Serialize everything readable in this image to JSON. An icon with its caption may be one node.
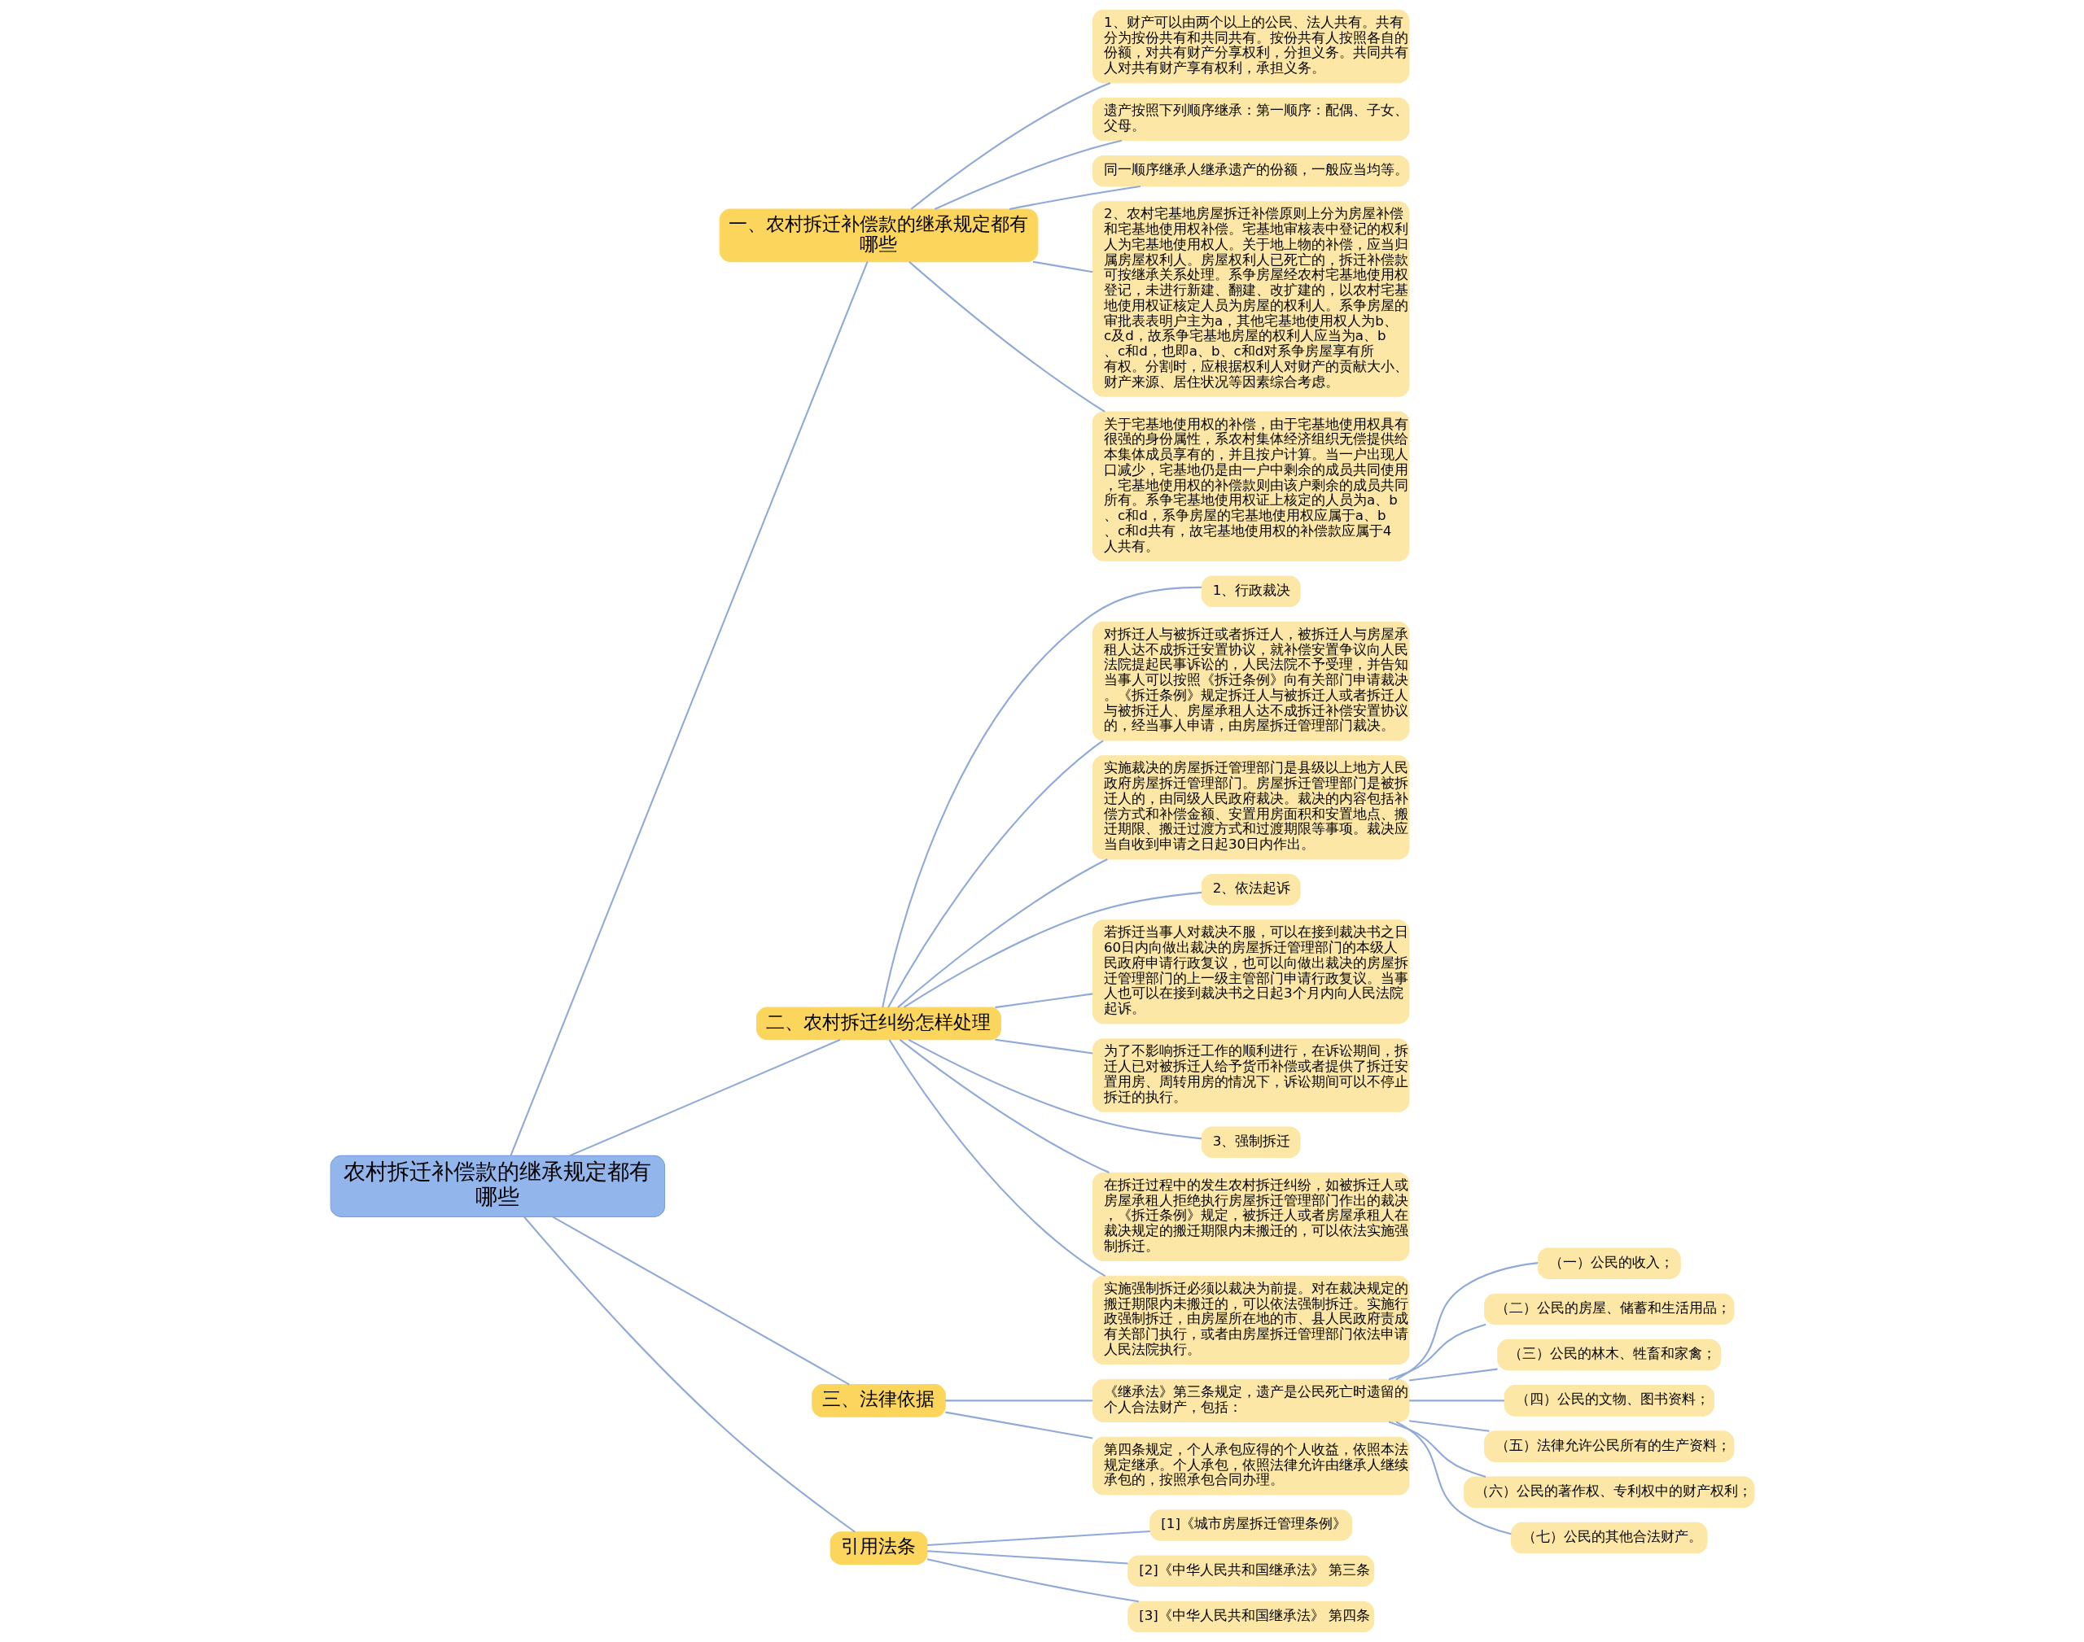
{
  "diagram": {
    "nodes": [
      {
        "text": [
          "农村拆迁补偿款的继承规定都有哪些"
        ]
      },
      {
        "text": [
          "一、农村拆迁补偿款的继承规定都有哪些"
        ]
      },
      {
        "text": [
          "1、财产可以由两个以上的公民、法人共有。共有分为按份共有和共同共有。按份共有人按照各自的份额，对共有财产分享权利，分担义务。共同共有人对共有财产享有权利，承担义务。"
        ]
      },
      {
        "text": [
          "遗产按照下列顺序继承：第一顺序：配偶、子女、父母。"
        ]
      },
      {
        "text": [
          "同一顺序继承人继承遗产的份额，一般应当均等。"
        ]
      },
      {
        "text": [
          "2、农村宅基地房屋拆迁补偿原则上分为房屋补偿和宅基地使用权补偿。宅基地审核表中登记的权利人为宅基地使用权人。关于地上物的补偿，应当归属房屋权利人。房屋权利人已死亡的，拆迁补偿款可按继承关系处理。系争房屋经农村宅基地使用权登记，未进行新建、翻建、改扩建的，以农村宅基地使用权证核定人员为房屋的权利人。系争房屋的审批表表明户主为a，其他宅基地使用权人为b、c及d，故系争宅基地房屋的权利人应当为a、b、c和d，也即a、b、c和d对系争房屋享有所有权。分割时，应根据权利人对财产的贡献大小、财产来源、居住状况等因素综合考虑。"
        ]
      },
      {
        "text": [
          "关于宅基地使用权的补偿，由于宅基地使用权具有很强的身份属性，系农村集体经济组织无偿提供给本集体成员享有的，并且按户计算。当一户出现人口减少，宅基地仍是由一户中剩余的成员共同使用，宅基地使用权的补偿款则由该户剩余的成员共同所有。系争宅基地使用权证上核定的人员为a、b、c和d，系争房屋的宅基地使用权应属于a、b、c和d共有，故宅基地使用权的补偿款应属于4人共有。"
        ]
      },
      {
        "text": [
          "二、农村拆迁纠纷怎样处理"
        ]
      },
      {
        "text": [
          "1、行政裁决"
        ]
      },
      {
        "text": [
          "对拆迁人与被拆迁或者拆迁人，被拆迁人与房屋承租人达不成拆迁安置协议，就补偿安置争议向人民法院提起民事诉讼的，人民法院不予受理，并告知当事人可以按照《拆迁条例》向有关部门申请裁决。《拆迁条例》规定拆迁人与被拆迁人或者拆迁人与被拆迁人、房屋承租人达不成拆迁补偿安置协议的，经当事人申请，由房屋拆迁管理部门裁决。"
        ]
      },
      {
        "text": [
          "实施裁决的房屋拆迁管理部门是县级以上地方人民政府房屋拆迁管理部门。房屋拆迁管理部门是被拆迁人的，由同级人民政府裁决。裁决的内容包括补偿方式和补偿金额、安置用房面积和安置地点、搬迁期限、搬迁过渡方式和过渡期限等事项。裁决应当自收到申请之日起30日内作出。"
        ]
      },
      {
        "text": [
          "2、依法起诉"
        ]
      },
      {
        "text": [
          "若拆迁当事人对裁决不服，可以在接到裁决书之日60日内向做出裁决的房屋拆迁管理部门的本级人民政府申请行政复议，也可以向做出裁决的房屋拆迁管理部门的上一级主管部门申请行政复议。当事人也可以在接到裁决书之日起3个月内向人民法院起诉。"
        ]
      },
      {
        "text": [
          "为了不影响拆迁工作的顺利进行，在诉讼期间，拆迁人已对被拆迁人给予货币补偿或者提供了拆迁安置用房、周转用房的情况下，诉讼期间可以不停止拆迁的执行。"
        ]
      },
      {
        "text": [
          "3、强制拆迁"
        ]
      },
      {
        "text": [
          "在拆迁过程中的发生农村拆迁纠纷，如被拆迁人或房屋承租人拒绝执行房屋拆迁管理部门作出的裁决，《拆迁条例》规定，被拆迁人或者房屋承租人在裁决规定的搬迁期限内未搬迁的，可以依法实施强制拆迁。"
        ]
      },
      {
        "text": [
          "实施强制拆迁必须以裁决为前提。对在裁决规定的搬迁期限内未搬迁的，可以依法强制拆迁。实施行政强制拆迁，由房屋所在地的市、县人民政府责成有关部门执行，或者由房屋拆迁管理部门依法申请人民法院执行。"
        ]
      },
      {
        "text": [
          "三、法律依据"
        ]
      },
      {
        "text": [
          "《继承法》第三条规定，遗产是公民死亡时遗留的个人合法财产，包括："
        ]
      },
      {
        "text": [
          "（一）公民的收入；"
        ]
      },
      {
        "text": [
          "（二）公民的房屋、储蓄和生活用品；"
        ]
      },
      {
        "text": [
          "（三）公民的林木、牲畜和家禽；"
        ]
      },
      {
        "text": [
          "（四）公民的文物、图书资料；"
        ]
      },
      {
        "text": [
          "（五）法律允许公民所有的生产资料；"
        ]
      },
      {
        "text": [
          "（六）公民的著作权、专利权中的财产权利；"
        ]
      },
      {
        "text": [
          "（七）公民的其他合法财产。"
        ]
      },
      {
        "text": [
          "第四条规定，个人承包应得的个人收益，依照本法规定继承。个人承包，依照法律允许由继承人继续承包的，按照承包合同办理。"
        ]
      },
      {
        "text": [
          "引用法条"
        ]
      },
      {
        "text": [
          "[1]《城市房屋拆迁管理条例》"
        ]
      },
      {
        "text": [
          "[2]《中华人民共和国继承法》 第三条"
        ]
      },
      {
        "text": [
          "[3]《中华人民共和国继承法》 第四条"
        ]
      }
    ],
    "edges": [
      {
        "from": 0,
        "to": 1,
        "arrow": "none"
      },
      {
        "from": 1,
        "to": 2,
        "arrow": "none"
      },
      {
        "from": 1,
        "to": 3,
        "arrow": "none"
      },
      {
        "from": 1,
        "to": 4,
        "arrow": "none"
      },
      {
        "from": 1,
        "to": 5,
        "arrow": "none"
      },
      {
        "from": 1,
        "to": 6,
        "arrow": "none"
      },
      {
        "from": 0,
        "to": 7,
        "arrow": "none"
      },
      {
        "from": 7,
        "to": 8,
        "arrow": "none"
      },
      {
        "from": 7,
        "to": 9,
        "arrow": "none"
      },
      {
        "from": 7,
        "to": 10,
        "arrow": "none"
      },
      {
        "from": 7,
        "to": 11,
        "arrow": "none"
      },
      {
        "from": 7,
        "to": 12,
        "arrow": "none"
      },
      {
        "from": 7,
        "to": 13,
        "arrow": "none"
      },
      {
        "from": 7,
        "to": 14,
        "arrow": "none"
      },
      {
        "from": 7,
        "to": 15,
        "arrow": "none"
      },
      {
        "from": 7,
        "to": 16,
        "arrow": "none"
      },
      {
        "from": 0,
        "to": 17,
        "arrow": "none"
      },
      {
        "from": 17,
        "to": 18,
        "arrow": "none"
      },
      {
        "from": 18,
        "to": 19,
        "arrow": "none"
      },
      {
        "from": 18,
        "to": 20,
        "arrow": "none"
      },
      {
        "from": 18,
        "to": 21,
        "arrow": "none"
      },
      {
        "from": 18,
        "to": 22,
        "arrow": "none"
      },
      {
        "from": 18,
        "to": 23,
        "arrow": "none"
      },
      {
        "from": 18,
        "to": 24,
        "arrow": "none"
      },
      {
        "from": 18,
        "to": 25,
        "arrow": "none"
      },
      {
        "from": 17,
        "to": 26,
        "arrow": "none"
      },
      {
        "from": 0,
        "to": 27,
        "arrow": "none"
      },
      {
        "from": 27,
        "to": 28,
        "arrow": "none"
      },
      {
        "from": 27,
        "to": 29,
        "arrow": "none"
      },
      {
        "from": 27,
        "to": 30,
        "arrow": "none"
      }
    ]
  }
}
